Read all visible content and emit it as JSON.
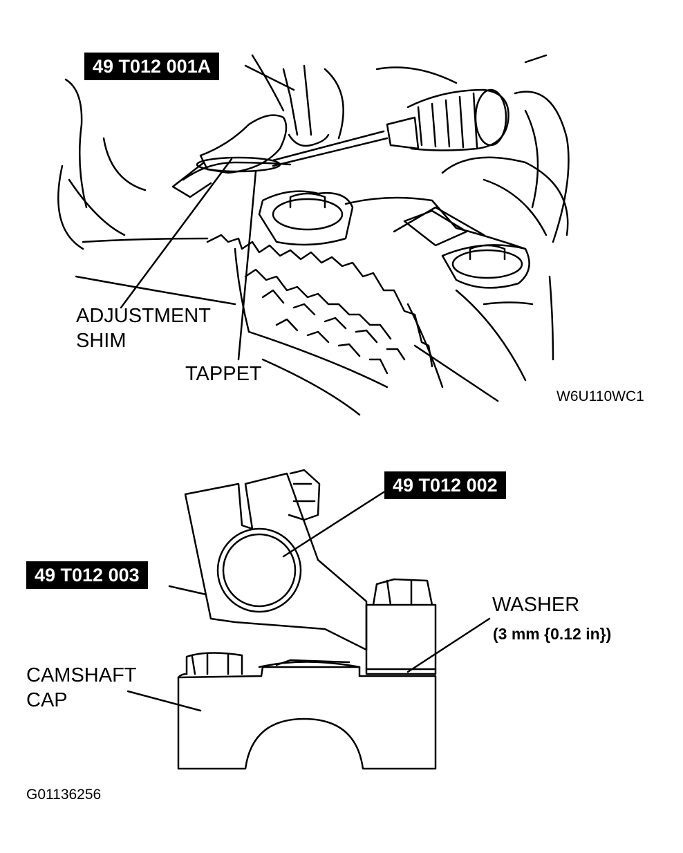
{
  "top_figure": {
    "tool_tag": "49 T012 001A",
    "label_shim_line1": "ADJUSTMENT",
    "label_shim_line2": "SHIM",
    "label_tappet": "TAPPET",
    "figure_code": "W6U110WC1"
  },
  "bottom_figure": {
    "tool_tag_a": "49 T012 002",
    "tool_tag_b": "49 T012 003",
    "label_washer": "WASHER",
    "label_washer_spec": "(3 mm {0.12 in})",
    "label_cap_line1": "CAMSHAFT",
    "label_cap_line2": "CAP",
    "figure_code": "G01136256"
  }
}
